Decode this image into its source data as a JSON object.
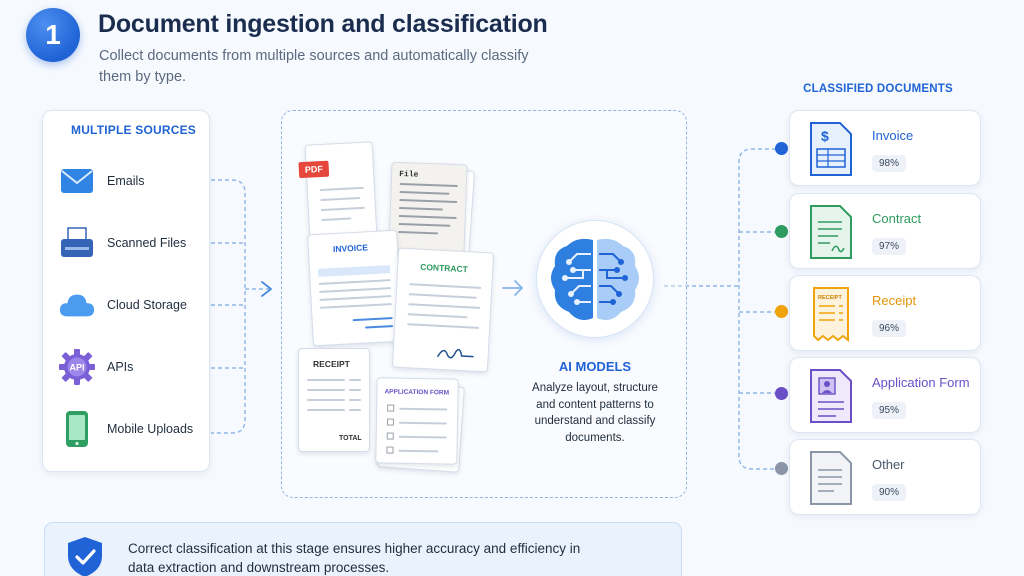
{
  "header": {
    "step": "1",
    "title": "Document ingestion and classification",
    "subtitle": "Collect documents from multiple sources and automatically classify them by type."
  },
  "sources": {
    "heading": "MULTIPLE SOURCES",
    "items": [
      {
        "label": "Emails",
        "icon": "envelope-icon"
      },
      {
        "label": "Scanned Files",
        "icon": "scanner-icon"
      },
      {
        "label": "Cloud Storage",
        "icon": "cloud-icon"
      },
      {
        "label": "APIs",
        "icon": "api-gear-icon",
        "icon_text": "API"
      },
      {
        "label": "Mobile Uploads",
        "icon": "mobile-phone-icon"
      }
    ]
  },
  "documents": {
    "pdf_tag": "PDF",
    "scan_tag": "File",
    "invoice": "INVOICE",
    "contract": "CONTRACT",
    "receipt": "RECEIPT",
    "receipt_total": "TOTAL",
    "application_form": "APPLICATION FORM"
  },
  "ai": {
    "title": "AI MODELS",
    "description": "Analyze layout, structure and content patterns to understand and classify documents."
  },
  "classified": {
    "heading": "CLASSIFIED DOCUMENTS",
    "items": [
      {
        "label": "Invoice",
        "confidence": "98%",
        "color": "#1f63d6",
        "icon": "invoice-doc-icon",
        "icon_text": "$"
      },
      {
        "label": "Contract",
        "confidence": "97%",
        "color": "#2e9b5f",
        "icon": "contract-doc-icon"
      },
      {
        "label": "Receipt",
        "confidence": "96%",
        "color": "#f0a30a",
        "icon": "receipt-doc-icon",
        "icon_text": "RECEIPT"
      },
      {
        "label": "Application Form",
        "confidence": "95%",
        "color": "#6a4fc7",
        "icon": "application-form-doc-icon"
      },
      {
        "label": "Other",
        "confidence": "90%",
        "color": "#8a96a8",
        "icon": "other-doc-icon"
      }
    ]
  },
  "footer": {
    "text": "Correct classification at this stage ensures higher accuracy and efficiency in data extraction and downstream processes."
  }
}
